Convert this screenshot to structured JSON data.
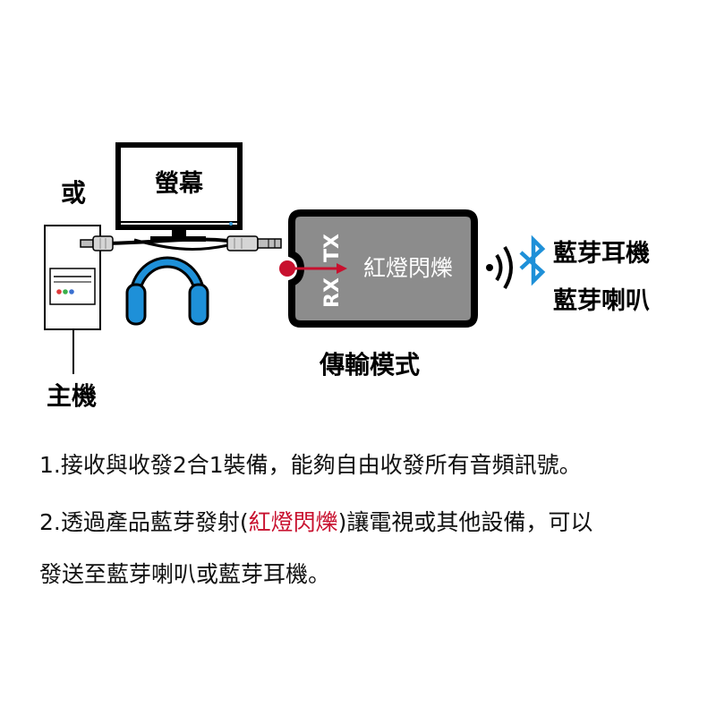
{
  "diagram": {
    "monitor_label": "螢幕",
    "or_label": "或",
    "host_label": "主機",
    "device": {
      "rx_label": "RX",
      "tx_label": "TX",
      "indicator_label": "紅燈閃爍"
    },
    "mode_label": "傳輸模式",
    "outputs": [
      "藍芽耳機",
      "藍芽喇叭"
    ]
  },
  "notes": {
    "line1": "1.接收與收發2合1裝備，能夠自由收發所有音頻訊號。",
    "line2_prefix": "2.透過產品藍芽發射(",
    "line2_highlight": "紅燈閃爍",
    "line2_suffix": ")讓電視或其他設備，可以",
    "line3": "發送至藍芽喇叭或藍芽耳機。"
  },
  "colors": {
    "highlight": "#c8102e",
    "bluetooth": "#1e90d8",
    "headphone": "#1e90d8",
    "device_body": "#8c8c8c"
  }
}
